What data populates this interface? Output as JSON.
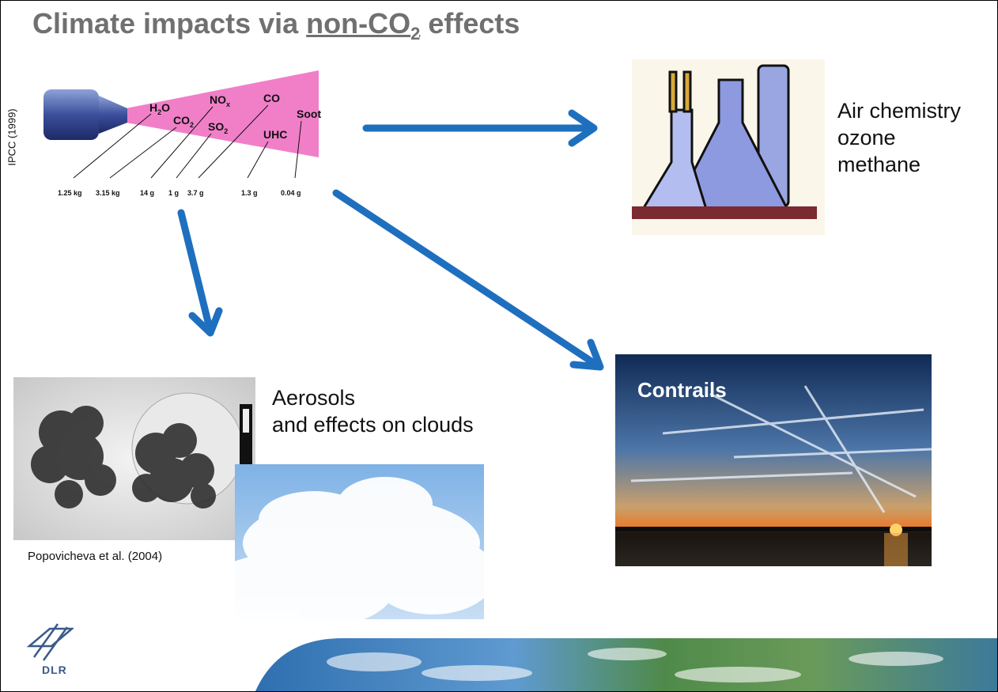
{
  "title": {
    "prefix": "Climate impacts via ",
    "underlined": "non-CO",
    "sub": "2",
    "suffix": " effects"
  },
  "source_left": "IPCC (1999)",
  "emissions": {
    "species": [
      "H2O",
      "CO2",
      "NOx",
      "SO2",
      "CO",
      "UHC",
      "Soot"
    ],
    "amounts": [
      "1.25 kg",
      "3.15 kg",
      "14 g",
      "1 g",
      "3.7 g",
      "1.3 g",
      "0.04 g"
    ]
  },
  "air_chemistry": {
    "line1": "Air chemistry",
    "line2": "ozone",
    "line3": "methane"
  },
  "aerosols": {
    "line1": "Aerosols",
    "line2": "and effects on clouds",
    "citation": "Popovicheva et al. (2004)"
  },
  "contrails": {
    "label": "Contrails"
  },
  "logo": {
    "text": "DLR"
  },
  "colors": {
    "arrow": "#1f6fbf",
    "plume": "#f07fc8",
    "title": "#707070"
  }
}
